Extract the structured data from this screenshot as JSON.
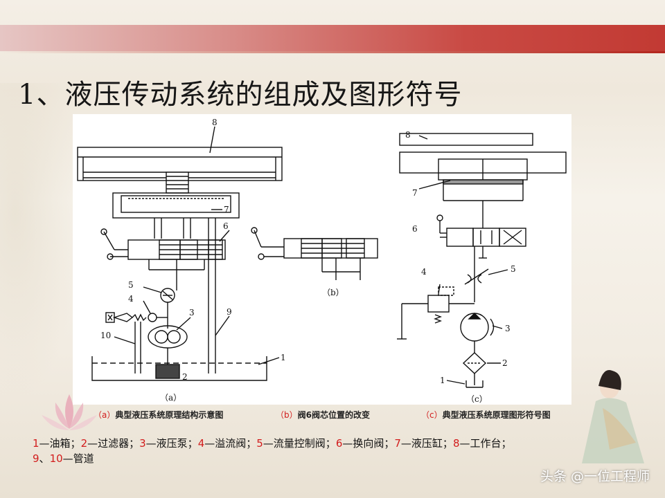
{
  "title": "1、液压传动系统的组成及图形符号",
  "diagram": {
    "labels_a": [
      "8",
      "7",
      "6",
      "5",
      "4",
      "3",
      "9",
      "10",
      "1",
      "2"
    ],
    "sub_a": "（a）",
    "sub_b": "（b）",
    "sub_c": "（c）",
    "labels_c": [
      "8",
      "7",
      "6",
      "4",
      "5",
      "3",
      "2",
      "1"
    ]
  },
  "captions": [
    {
      "prefix": "（a）",
      "text": "典型液压系统原理结构示意图"
    },
    {
      "prefix": "（b）",
      "text": "阀6阀芯位置的改变"
    },
    {
      "prefix": "（c）",
      "text": "典型液压系统原理图形符号图"
    }
  ],
  "legend": {
    "line1": [
      {
        "num": "1",
        "text": "—油箱；"
      },
      {
        "num": "2",
        "text": "—过滤器；"
      },
      {
        "num": "3",
        "text": "—液压泵；"
      },
      {
        "num": "4",
        "text": "—溢流阀；"
      },
      {
        "num": "5",
        "text": "—流量控制阀；"
      },
      {
        "num": "6",
        "text": "—换向阀；"
      },
      {
        "num": "7",
        "text": "—液压缸；"
      },
      {
        "num": "8",
        "text": "—工作台；"
      }
    ],
    "line2": [
      {
        "num": "9",
        "text": "、"
      },
      {
        "num": "10",
        "text": "—管道"
      }
    ]
  },
  "watermark": "头条 @一位工程师",
  "colors": {
    "accent_red": "#d21c1c",
    "band_red": "#c23a33"
  }
}
